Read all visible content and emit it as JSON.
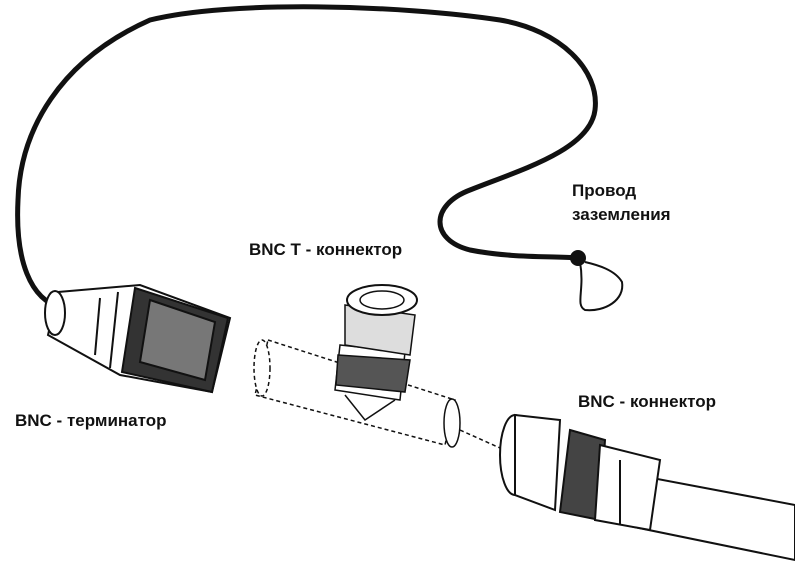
{
  "labels": {
    "ground_wire_line1": "Провод",
    "ground_wire_line2": "заземления",
    "t_connector": "BNC T - коннектор",
    "terminator": "BNC - терминатор",
    "connector": "BNC - коннектор"
  },
  "colors": {
    "ink": "#111111",
    "background": "#ffffff"
  }
}
